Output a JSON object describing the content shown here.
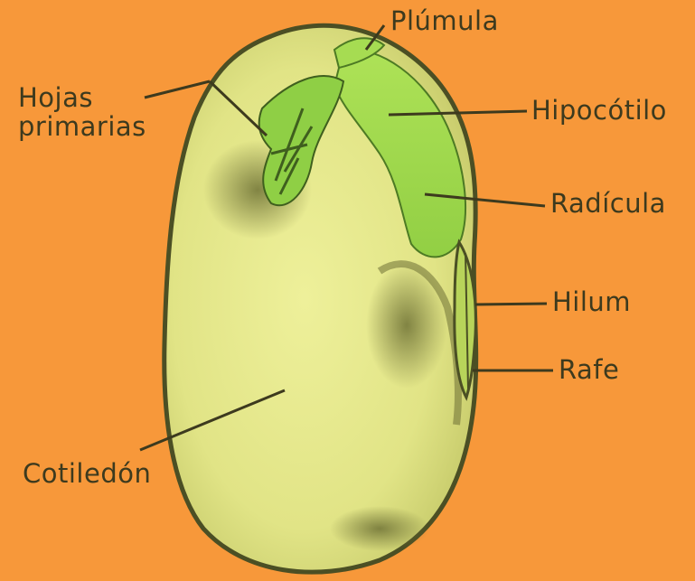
{
  "labels": {
    "plumula": "Plúmula",
    "hojas_line1": "Hojas",
    "hojas_line2": "primarias",
    "hipocotilo": "Hipocótilo",
    "radicula": "Radícula",
    "hilum": "Hilum",
    "rafe": "Rafe",
    "cotiledon": "Cotiledón"
  },
  "colors": {
    "background": "#f7983a",
    "seed_fill": "#e4e88a",
    "seed_outline": "#4b4f24",
    "embryo_green": "#9cd84c",
    "shadow": "#7d7f3c",
    "label_text": "#3d3a1e",
    "leader_line": "#3d3a1e"
  }
}
